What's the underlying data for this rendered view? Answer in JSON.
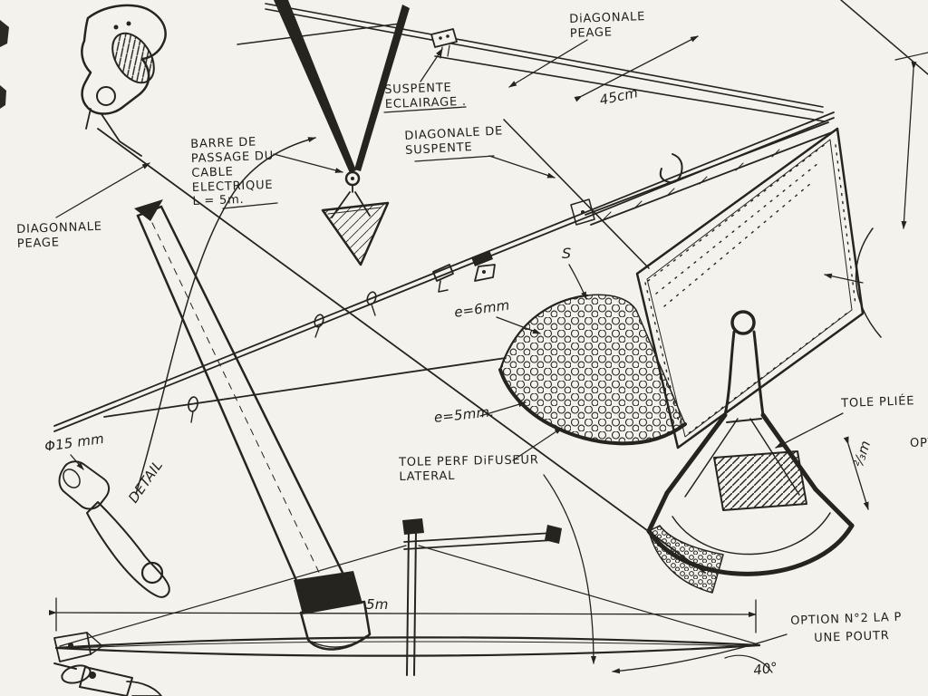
{
  "meta": {
    "description": "Hand-drawn engineering sketch in French (rigging / sheet-metal details)"
  },
  "colors": {
    "ink": "#26241f",
    "paper": "#f4f2ec"
  },
  "labels": {
    "diagonale_peage_top_right": "DiAGONALE\nPEAGE",
    "suspente_eclairage": "SUSPENTE\nECLAIRAGE .",
    "diagonale_de_suspente": "DIAGONALE DE\nSUSPENTE",
    "barre_de_passage": "BARRE DE\nPASSAGE DU\nCABLE\nELECTRIQUE\nL = 5m.",
    "diagonnale_peage_left": "DIAGONNALE\nPEAGE",
    "tole_perf_difuseur": "TOLE PERF DiFUSEUR\nLATERAL",
    "tole_pliee": "TOLE PLIÉE",
    "option_right_edge": "OPT",
    "option_n2_line1": "OPTION N°2 LA P",
    "option_n2_line2": "UNE POUTR",
    "detail": "DETAIL",
    "letter_s": "S"
  },
  "dimensions": {
    "span_45cm": "45cm",
    "thickness_e6": "e=6mm",
    "thickness_e5": "e=5mm.",
    "diameter_phi15": "Φ15 mm",
    "width_two_thirds_m": "⅔m",
    "length_5m": "5m",
    "angle_40": "40°"
  }
}
